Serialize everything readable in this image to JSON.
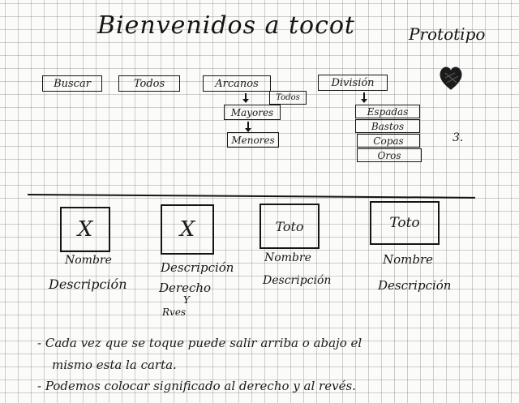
{
  "title": "Bienvenidos a tocot",
  "stage_label": "Prototipo",
  "nav": {
    "buscar": "Buscar",
    "todos": "Todos",
    "arcanos": "Arcanos",
    "division": "División"
  },
  "arcanos_submenu": {
    "todos": "Todos",
    "mayores": "Mayores",
    "menores": "Menores"
  },
  "division_submenu": [
    "Espadas",
    "Bastos",
    "Copas",
    "Oros"
  ],
  "side_number": "3.",
  "cards": [
    {
      "image_label": "X",
      "name": "Nombre",
      "description": "Descripción"
    },
    {
      "image_label": "X",
      "name": "Descripción",
      "description": "Derecho",
      "extra_y": "Y",
      "extra_reves": "Rves"
    },
    {
      "image_label": "Toto",
      "name": "Nombre",
      "description": "Descripción"
    },
    {
      "image_label": "Toto",
      "name": "Nombre",
      "description": "Descripción"
    }
  ],
  "notes": [
    "- Cada vez que se toque puede salir arriba o abajo el",
    "mismo esta la carta.",
    "- Podemos colocar significado al derecho y al revés."
  ],
  "icons": {
    "heart": "heart-icon"
  }
}
